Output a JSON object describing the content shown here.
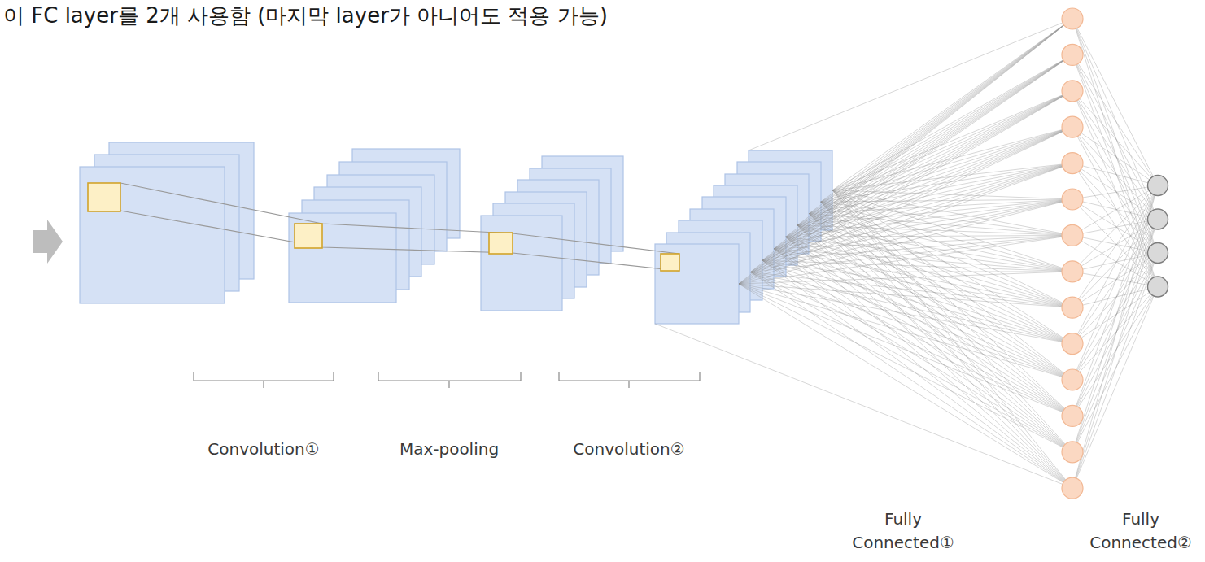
{
  "diagram": {
    "title": "이 FC layer를 2개 사용함 (마지막 layer가 아니어도 적용 가능)",
    "labels": [
      "Convolution①",
      "Max-pooling",
      "Convolution②",
      "Fully Connected①",
      "Fully Connected②"
    ]
  }
}
